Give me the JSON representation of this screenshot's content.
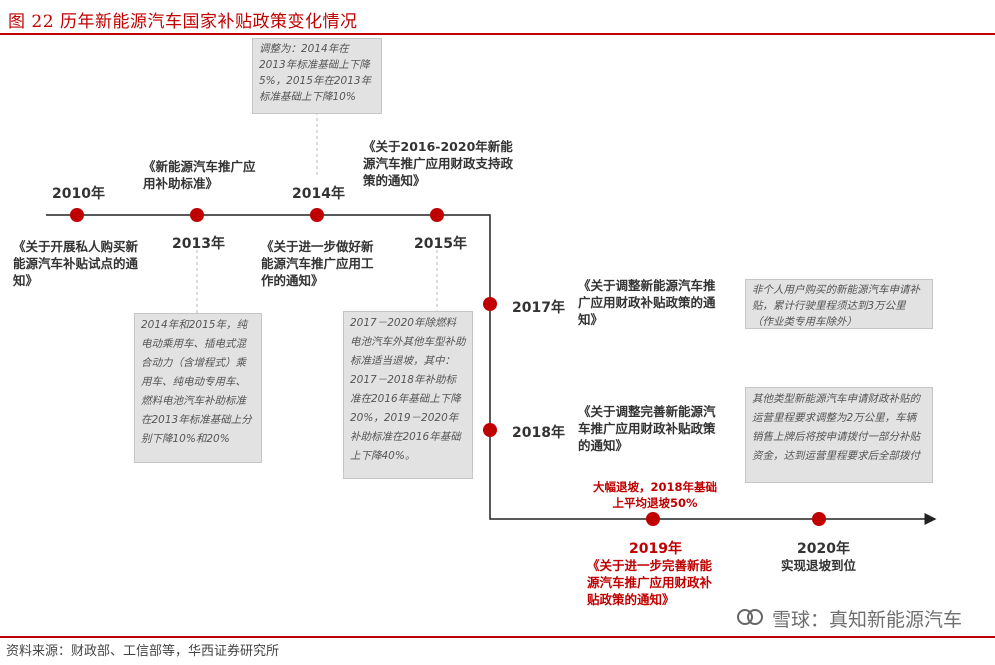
{
  "title": "图 22  历年新能源汽车国家补贴政策变化情况",
  "footer": "资料来源：财政部、工信部等，华西证券研究所",
  "watermark": "雪球：真知新能源汽车",
  "top_note": "调整为：2014年在2013年标准基础上下降5%，2015年在2013年标准基础上下降10%",
  "timeline": {
    "y2010": {
      "year": "2010年",
      "policy": "《关于开展私人购买新能源汽车补贴试点的通知》"
    },
    "y2013": {
      "year": "2013年",
      "policy": "《新能源汽车推广应用补助标准》",
      "note": "2014年和2015年，纯电动乘用车、插电式混合动力（含增程式）乘用车、纯电动专用车、燃料电池汽车补助标准在2013年标准基础上分别下降10%和20%"
    },
    "y2014": {
      "year": "2014年",
      "policy": "《关于进一步做好新能源汽车推广应用工作的通知》"
    },
    "y2015": {
      "year": "2015年",
      "policy": "《关于2016-2020年新能源汽车推广应用财政支持政策的通知》",
      "note": "2017－2020年除燃料电池汽车外其他车型补助标准适当退坡，其中：2017－2018年补助标准在2016年基础上下降20%，2019－2020年补助标准在2016年基础上下降40%。"
    },
    "y2017": {
      "year": "2017年",
      "policy": "《关于调整新能源汽车推广应用财政补贴政策的通知》",
      "note": "非个人用户购买的新能源汽车申请补贴，累计行驶里程须达到3万公里（作业类专用车除外）"
    },
    "y2018": {
      "year": "2018年",
      "policy": "《关于调整完善新能源汽车推广应用财政补贴政策的通知》",
      "note": "其他类型新能源汽车申请财政补贴的运营里程要求调整为2万公里，车辆销售上牌后将按申请拨付一部分补贴资金，达到运营里程要求后全部拨付",
      "callout": "大幅退坡，2018年基础上平均退坡50%"
    },
    "y2019": {
      "year": "2019年",
      "policy": "《关于进一步完善新能源汽车推广应用财政补贴政策的通知》"
    },
    "y2020": {
      "year": "2020年",
      "policy": "实现退坡到位"
    }
  },
  "colors": {
    "accent": "#c00000",
    "note_bg": "#e2e2e2",
    "line": "#222222"
  }
}
